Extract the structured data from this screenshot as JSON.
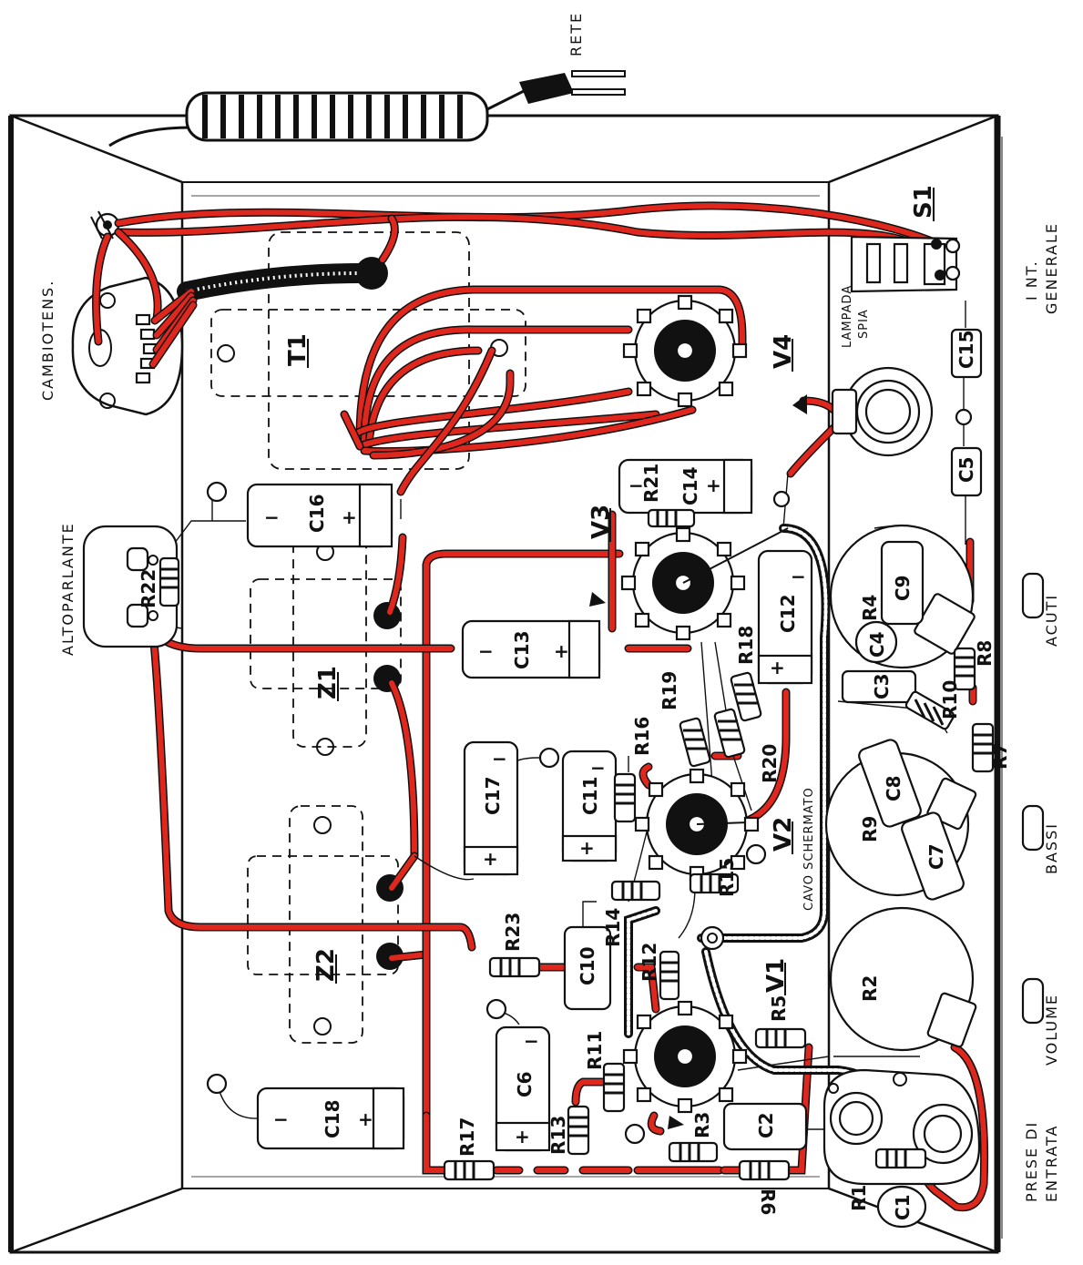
{
  "colors": {
    "ink": "#111111",
    "wire": "#e0271d",
    "paper": "#ffffff"
  },
  "labels": {
    "rete": "RETE",
    "cambiotens": "CAMBIOTENS.",
    "altoparlante": "ALTOPARLANTE",
    "lampada": "LAMPADA",
    "spia": "SPIA",
    "int": "I NT.",
    "generale": "GENERALE",
    "acuti": "ACUTI",
    "bassi": "BASSI",
    "volume": "VOLUME",
    "prese_di": "PRESE  DI",
    "entrata": "ENTRATA",
    "cavo_schermato": "CAVO  SCHERMATO"
  },
  "sections": {
    "t1": "T1",
    "z1": "Z1",
    "z2": "Z2",
    "s1": "S1"
  },
  "tubes": {
    "v1": "V1",
    "v2": "V2",
    "v3": "V3",
    "v4": "V4"
  },
  "capacitors": {
    "c1": "C1",
    "c2": "C2",
    "c3": "C3",
    "c4": "C4",
    "c5": "C5",
    "c6": "C6",
    "c7": "C7",
    "c8": "C8",
    "c9": "C9",
    "c10": "C10",
    "c11": "C11",
    "c12": "C12",
    "c13": "C13",
    "c14": "C14",
    "c15": "C15",
    "c16": "C16",
    "c17": "C17",
    "c18": "C18"
  },
  "resistors": {
    "r1": "R1",
    "r3": "R3",
    "r5": "R5",
    "r6": "R6",
    "r7": "R7",
    "r8": "R8",
    "r10": "R10",
    "r11": "R11",
    "r12": "R12",
    "r13": "R13",
    "r14": "R14",
    "r15": "R15",
    "r16": "R16",
    "r17": "R17",
    "r18": "R18",
    "r19": "R19",
    "r20": "R20",
    "r21": "R21",
    "r22": "R22",
    "r23": "R23"
  },
  "potentiometers": {
    "r2": "R2",
    "r4": "R4",
    "r9": "R9"
  },
  "symbols": {
    "plus": "+",
    "minus": "−"
  }
}
